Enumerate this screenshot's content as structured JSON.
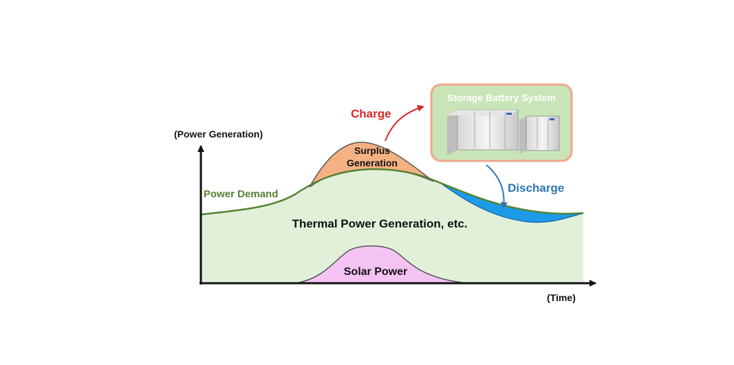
{
  "axes": {
    "y_label": "(Power Generation)",
    "x_label": "(Time)"
  },
  "labels": {
    "power_demand": "Power Demand",
    "surplus_line1": "Surplus",
    "surplus_line2": "Generation",
    "thermal": "Thermal Power Generation, etc.",
    "solar": "Solar Power",
    "charge": "Charge",
    "discharge": "Discharge"
  },
  "battery": {
    "title": "Storage Battery System",
    "icon": "battery-cabinet-icon"
  },
  "colors": {
    "thermal_fill": "#e2f0d9",
    "solar_fill": "#f4c3f4",
    "surplus_fill": "#f4b183",
    "discharge_fill": "#1e9be8",
    "demand_line": "#548235",
    "charge_text": "#d9262a",
    "discharge_text": "#2e75b6",
    "axis": "#111111",
    "battery_box_fill": "#c9e5b8",
    "battery_box_border": "#f2a58a"
  }
}
